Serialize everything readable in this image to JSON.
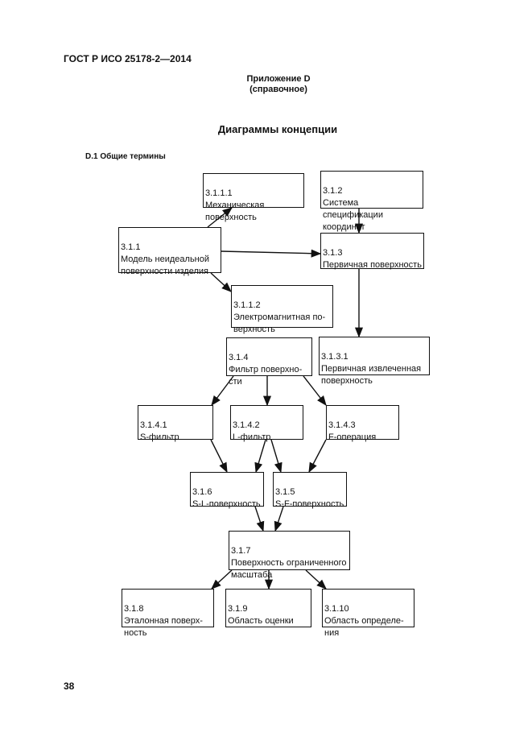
{
  "header": {
    "doc_id": "ГОСТ Р ИСО 25178-2—2014",
    "annex_title": "Приложение D",
    "annex_type": "(справочное)",
    "section_title": "Диаграммы концепции",
    "subsection": "D.1 Общие термины"
  },
  "nodes": {
    "b3111": {
      "code": "3.1.1.1",
      "label": "Механическая\nповерхность"
    },
    "b312": {
      "code": "3.1.2",
      "label": "Система спецификации\nкоординат"
    },
    "b311": {
      "code": "3.1.1",
      "label": "Модель неидеальной\nповерхности изделия"
    },
    "b313": {
      "code": "3.1.3",
      "label": "Первичная поверхность"
    },
    "b3112": {
      "code": "3.1.1.2",
      "label": "Электромагнитная по-\nверхность"
    },
    "b314": {
      "code": "3.1.4",
      "label": "Фильтр поверхно-\nсти"
    },
    "b3131": {
      "code": "3.1.3.1",
      "label": "Первичная извлеченная\nповерхность"
    },
    "b3141": {
      "code": "3.1.4.1",
      "label": "S-фильтр"
    },
    "b3142": {
      "code": "3.1.4.2",
      "label": "L-фильтр"
    },
    "b3143": {
      "code": "3.1.4.3",
      "label": "F-операция"
    },
    "b316": {
      "code": "3.1.6",
      "label": "S-L-поверхность"
    },
    "b315": {
      "code": "3.1.5",
      "label": "S-F-поверхность"
    },
    "b317": {
      "code": "3.1.7",
      "label": "Поверхность ограниченного\nмасштаба"
    },
    "b318": {
      "code": "3.1.8",
      "label": "Эталонная поверх-\nность"
    },
    "b319": {
      "code": "3.1.9",
      "label": "Область оценки"
    },
    "b3110": {
      "code": "3.1.10",
      "label": "Область определе-\nния"
    }
  },
  "page_number": "38"
}
